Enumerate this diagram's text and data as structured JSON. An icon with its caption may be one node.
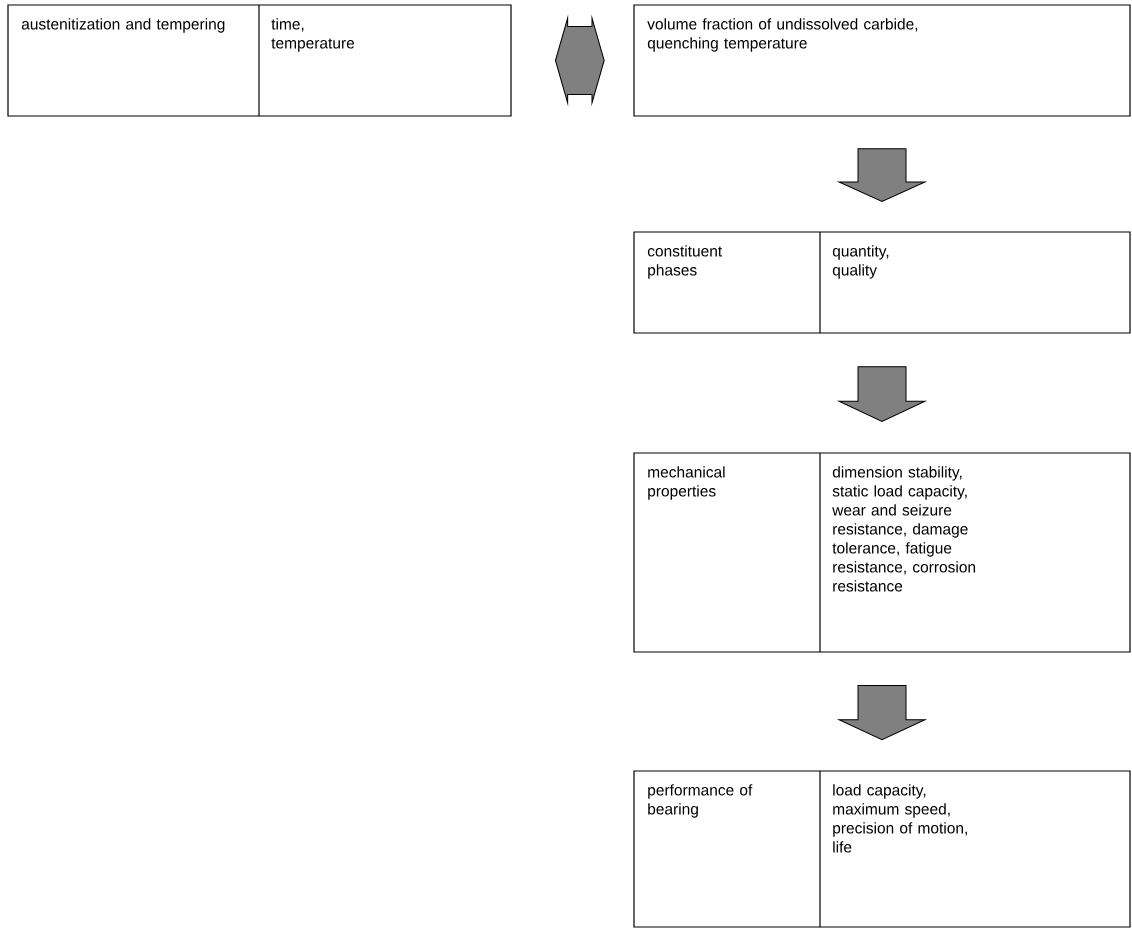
{
  "diagram": {
    "nodes": [
      {
        "text": [
          "austenitization and tempering",
          "time, temperature"
        ]
      },
      {
        "text": [
          "volume fraction of undissolved carbide, quenching temperature"
        ]
      },
      {
        "text": [
          "constituent phases",
          "quantity, quality"
        ]
      },
      {
        "text": [
          "mechanical properties",
          "dimension stability, static load capacity, wear and seizure resistance, damage tolerance, fatigue resistance, corrosion resistance"
        ]
      },
      {
        "text": [
          "performance of bearing",
          "load capacity, maximum speed, precision of motion, life"
        ]
      }
    ],
    "edges": [
      {
        "from": 0,
        "to": 1,
        "arrow": "both"
      },
      {
        "from": 1,
        "to": 2,
        "arrow": "to"
      },
      {
        "from": 2,
        "to": 3,
        "arrow": "to"
      },
      {
        "from": 3,
        "to": 4,
        "arrow": "to"
      }
    ]
  }
}
